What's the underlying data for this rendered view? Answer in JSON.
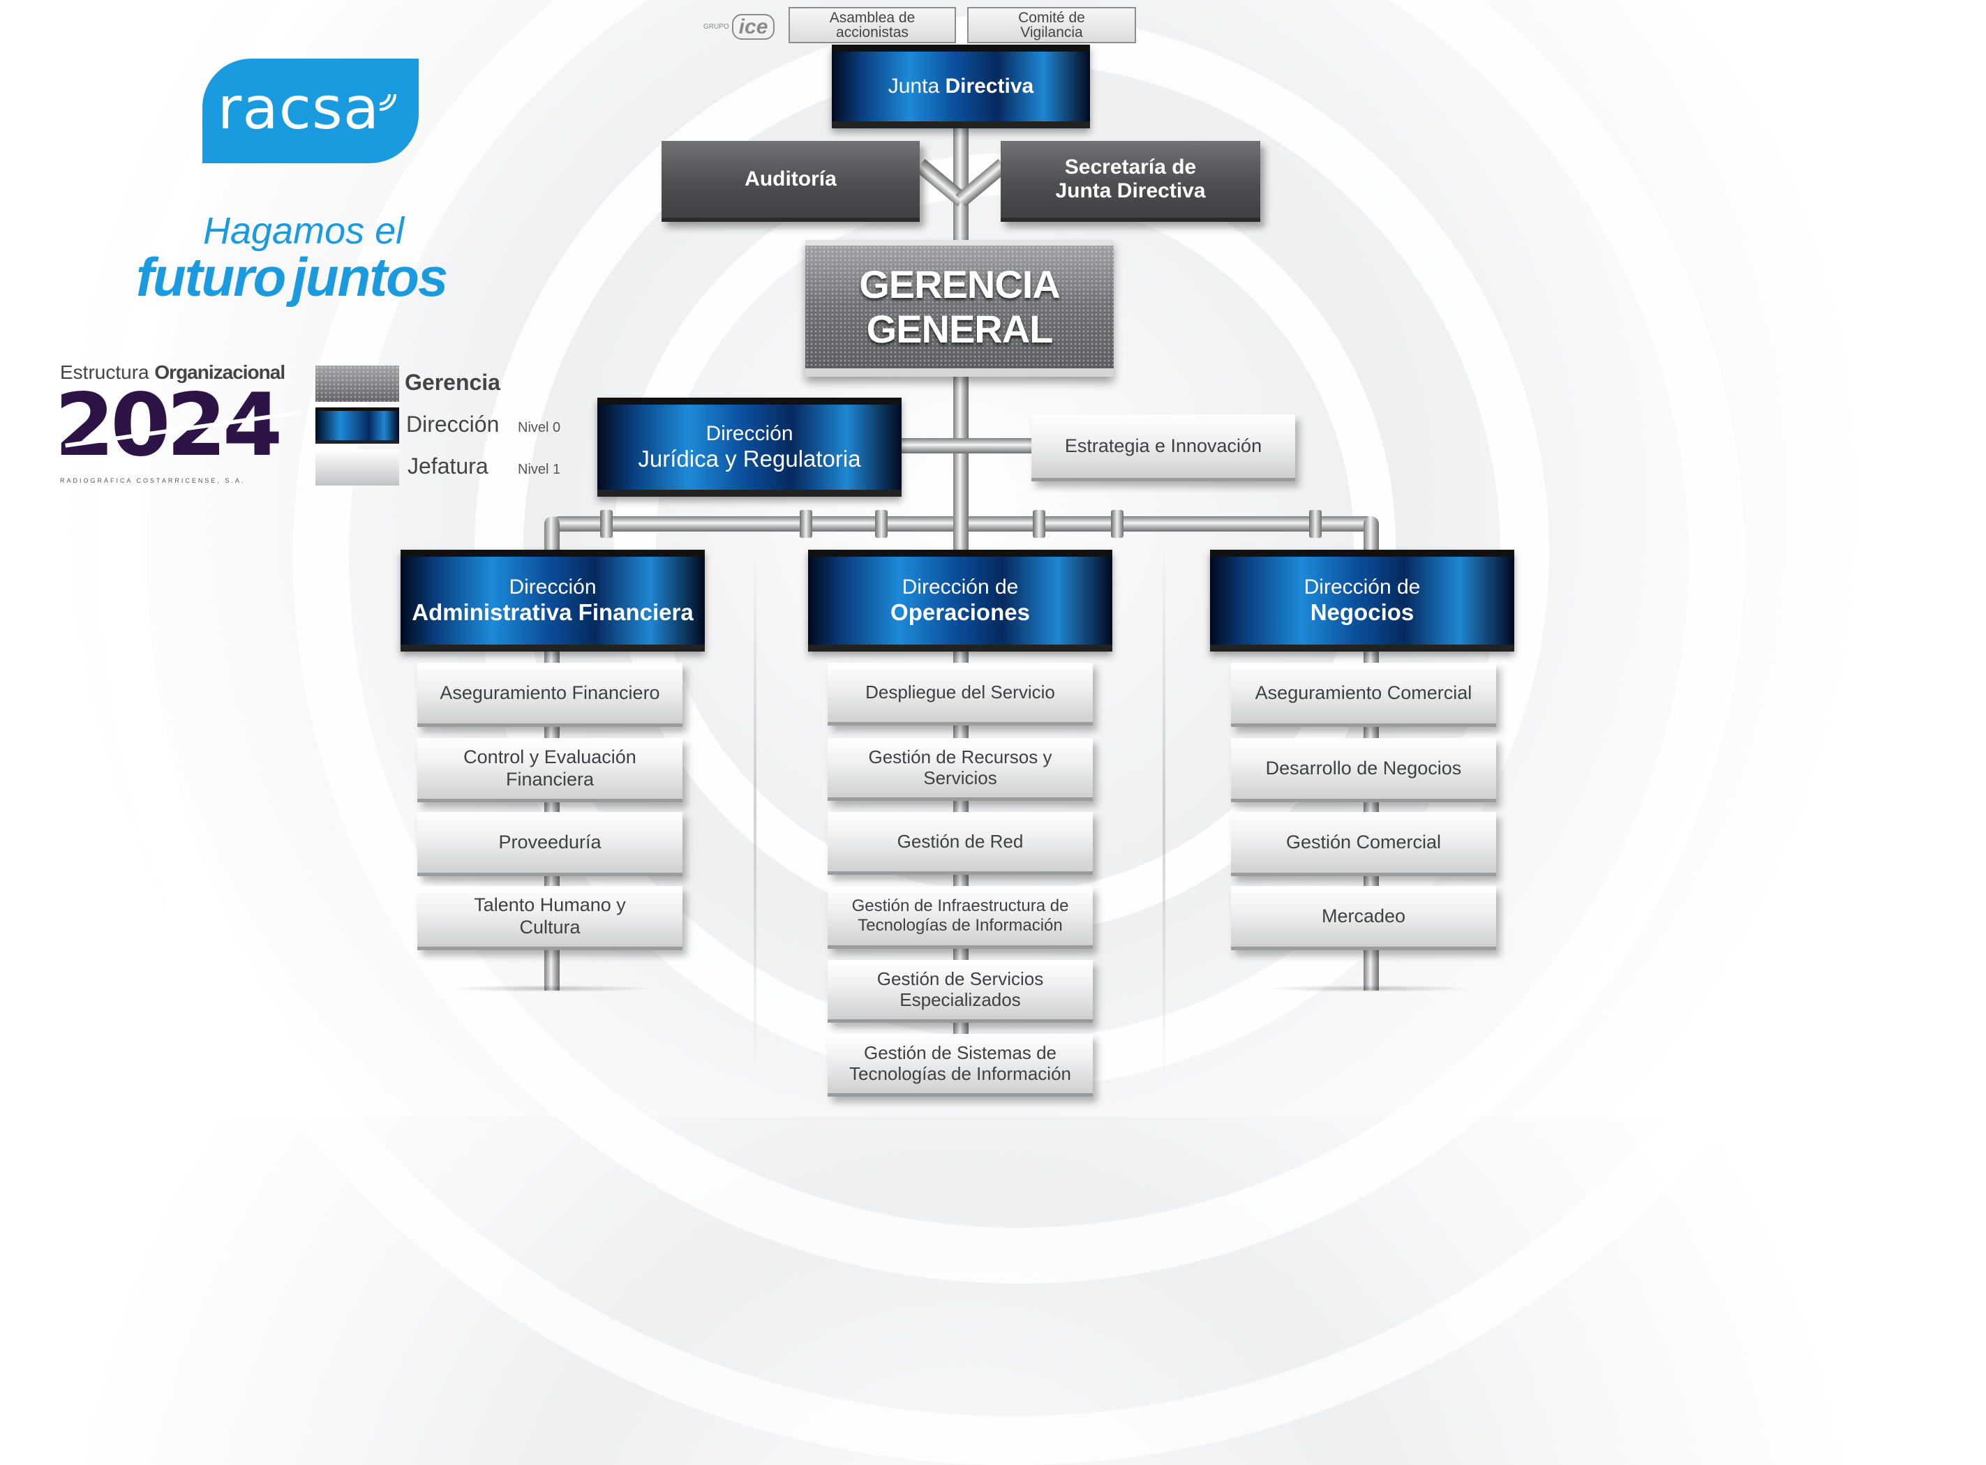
{
  "brand": {
    "logo_text": "racsa",
    "tagline_line1": "Hagamos el",
    "tagline_future": "futuro",
    "tagline_together": "juntos",
    "estructura_light": "Estructura",
    "estructura_bold": "Organizacional",
    "year": "2024",
    "company_fine": "RADIOGRÁFICA COSTARRICENSE, S.A.",
    "ice_small": "GRUPO",
    "ice_logo": "ice",
    "colors": {
      "brand_blue": "#1a9be0",
      "year_purple": "#2d1446"
    }
  },
  "legend": {
    "items": [
      {
        "label": "Gerencia",
        "level": ""
      },
      {
        "label": "Dirección",
        "level": "Nivel 0"
      },
      {
        "label": "Jefatura",
        "level": "Nivel 1"
      }
    ]
  },
  "top": {
    "asamblea": "Asamblea de accionistas",
    "comite": "Comité de Vigilancia",
    "junta_light": "Junta ",
    "junta_bold": "Directiva",
    "auditoria": "Auditoría",
    "secretaria": "Secretaría de Junta Directiva",
    "gerencia": "GERENCIA GENERAL",
    "juridica_l1": "Dirección",
    "juridica_l2": "Jurídica y Regulatoria",
    "estrategia": "Estrategia e Innovación"
  },
  "columns": [
    {
      "title_l1": "Dirección",
      "title_l2": "Administrativa Financiera",
      "units": [
        "Aseguramiento Financiero",
        "Control y Evaluación Financiera",
        "Proveeduría",
        "Talento Humano y Cultura"
      ]
    },
    {
      "title_l1": "Dirección de",
      "title_l2": "Operaciones",
      "units": [
        "Despliegue del Servicio",
        "Gestión de Recursos y Servicios",
        "Gestión de Red",
        "Gestión de Infraestructura de Tecnologías de Información",
        "Gestión de Servicios Especializados",
        "Gestión de Sistemas de Tecnologías de Información"
      ]
    },
    {
      "title_l1": "Dirección de",
      "title_l2": "Negocios",
      "units": [
        "Aseguramiento Comercial",
        "Desarrollo de Negocios",
        "Gestión Comercial",
        "Mercadeo"
      ]
    }
  ]
}
